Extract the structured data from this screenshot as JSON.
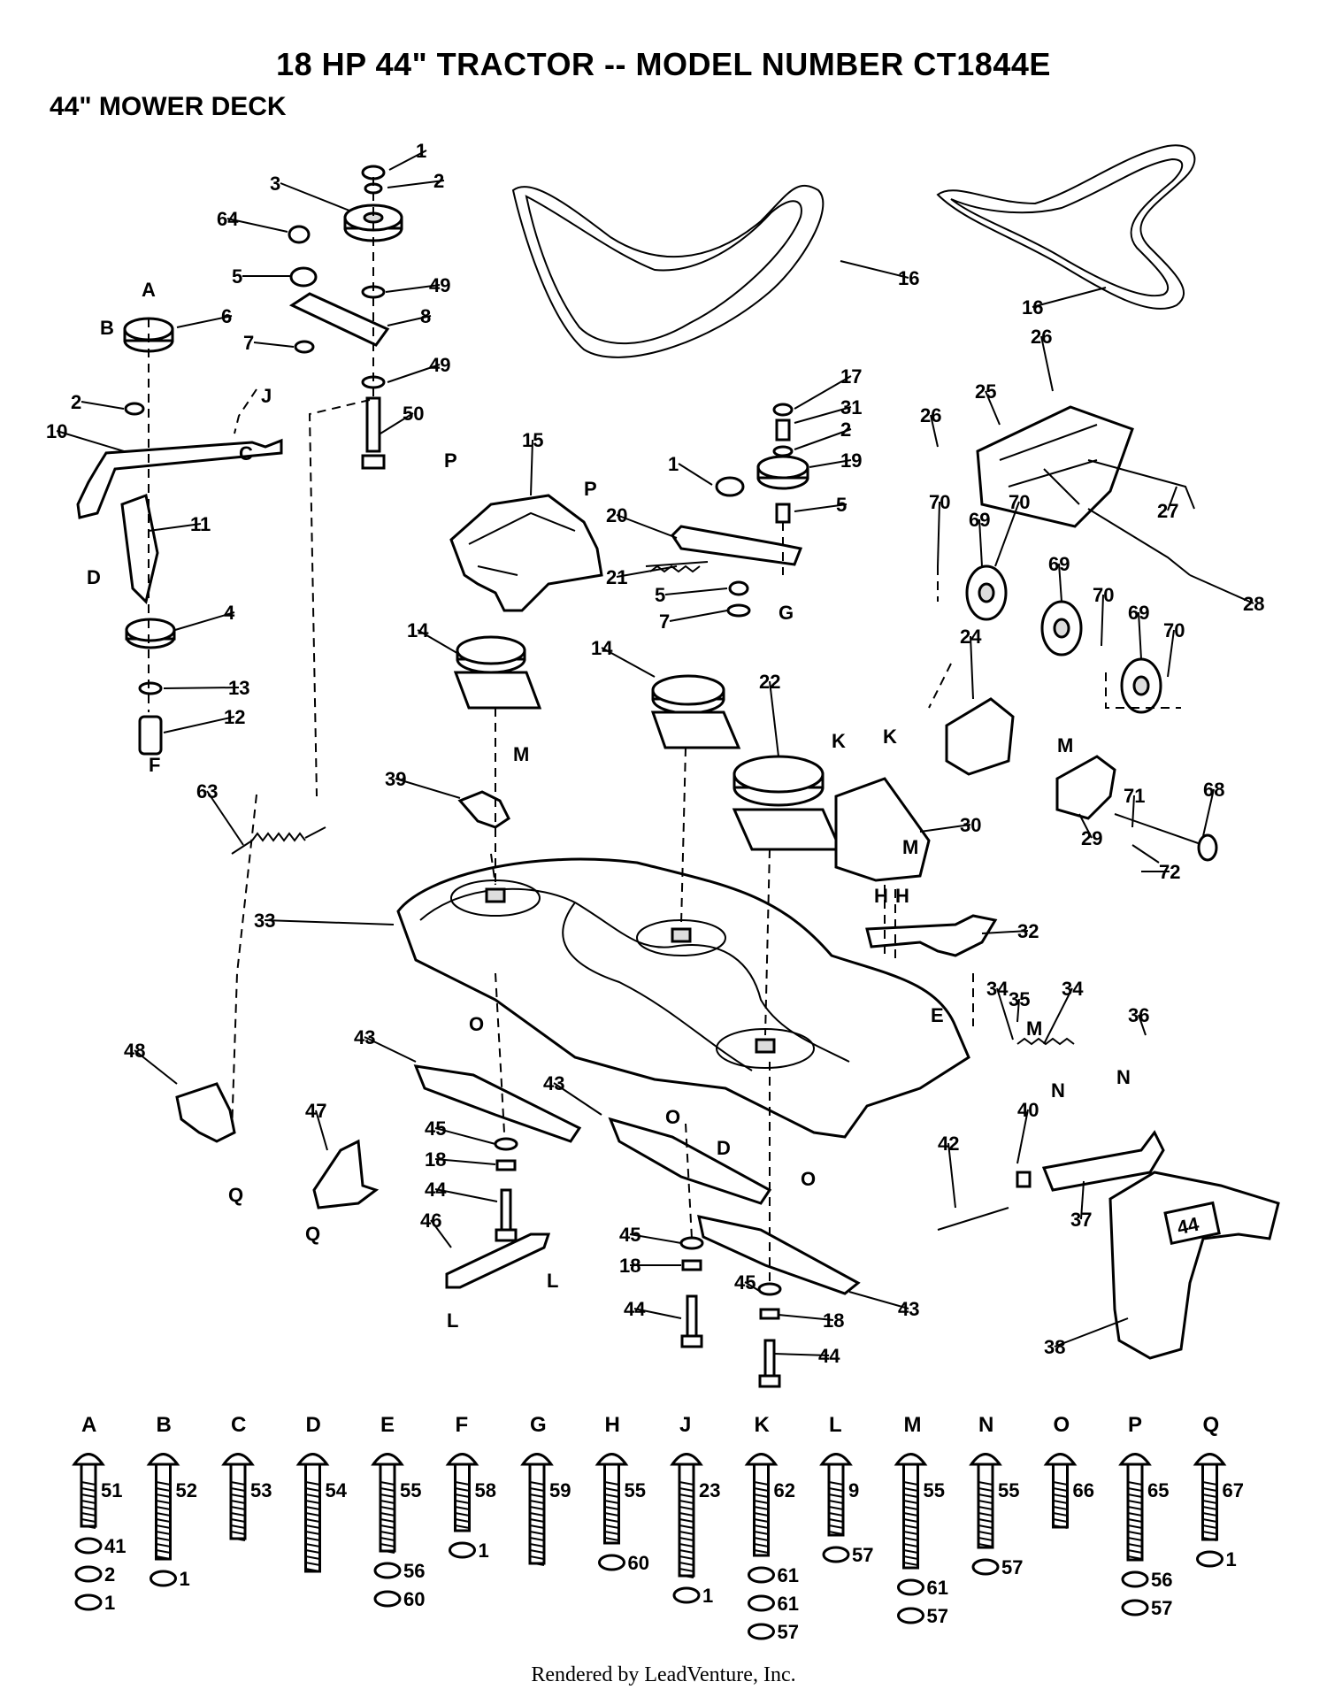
{
  "title": "18 HP 44\" TRACTOR -- MODEL NUMBER CT1844E",
  "subtitle": "44\" MOWER DECK",
  "footer": "Rendered by LeadVenture, Inc.",
  "callouts": [
    "1",
    "2",
    "3",
    "64",
    "5",
    "49",
    "8",
    "7",
    "49",
    "50",
    "6",
    "2",
    "10",
    "11",
    "4",
    "13",
    "12",
    "16",
    "16",
    "17",
    "31",
    "2",
    "19",
    "1",
    "5",
    "15",
    "20",
    "21",
    "5",
    "7",
    "26",
    "25",
    "26",
    "27",
    "28",
    "70",
    "69",
    "70",
    "69",
    "70",
    "69",
    "70",
    "14",
    "14",
    "22",
    "24",
    "30",
    "39",
    "33",
    "63",
    "32",
    "34",
    "35",
    "34",
    "36",
    "29",
    "71",
    "68",
    "72",
    "43",
    "43",
    "45",
    "18",
    "44",
    "46",
    "48",
    "47",
    "45",
    "18",
    "44",
    "45",
    "18",
    "43",
    "44",
    "40",
    "42",
    "37",
    "38"
  ],
  "reference_letters": [
    "A",
    "B",
    "J",
    "C",
    "D",
    "F",
    "P",
    "P",
    "G",
    "M",
    "K",
    "K",
    "M",
    "M",
    "M",
    "H",
    "H",
    "E",
    "O",
    "O",
    "D",
    "O",
    "N",
    "N",
    "L",
    "L",
    "Q",
    "Q"
  ],
  "hardware": [
    {
      "letter": "A",
      "parts": [
        "51",
        "41",
        "2",
        "1"
      ]
    },
    {
      "letter": "B",
      "parts": [
        "52",
        "1"
      ]
    },
    {
      "letter": "C",
      "parts": [
        "53"
      ]
    },
    {
      "letter": "D",
      "parts": [
        "54"
      ]
    },
    {
      "letter": "E",
      "parts": [
        "55",
        "56",
        "60"
      ]
    },
    {
      "letter": "F",
      "parts": [
        "58",
        "1"
      ]
    },
    {
      "letter": "G",
      "parts": [
        "59"
      ]
    },
    {
      "letter": "H",
      "parts": [
        "55",
        "60"
      ]
    },
    {
      "letter": "J",
      "parts": [
        "23",
        "1"
      ]
    },
    {
      "letter": "K",
      "parts": [
        "62",
        "61",
        "61",
        "57"
      ]
    },
    {
      "letter": "L",
      "parts": [
        "9",
        "57"
      ]
    },
    {
      "letter": "M",
      "parts": [
        "55",
        "61",
        "57"
      ]
    },
    {
      "letter": "N",
      "parts": [
        "55",
        "57"
      ]
    },
    {
      "letter": "O",
      "parts": [
        "66"
      ]
    },
    {
      "letter": "P",
      "parts": [
        "65",
        "56",
        "57"
      ]
    },
    {
      "letter": "Q",
      "parts": [
        "67",
        "1"
      ]
    }
  ],
  "deck_badge": "44"
}
